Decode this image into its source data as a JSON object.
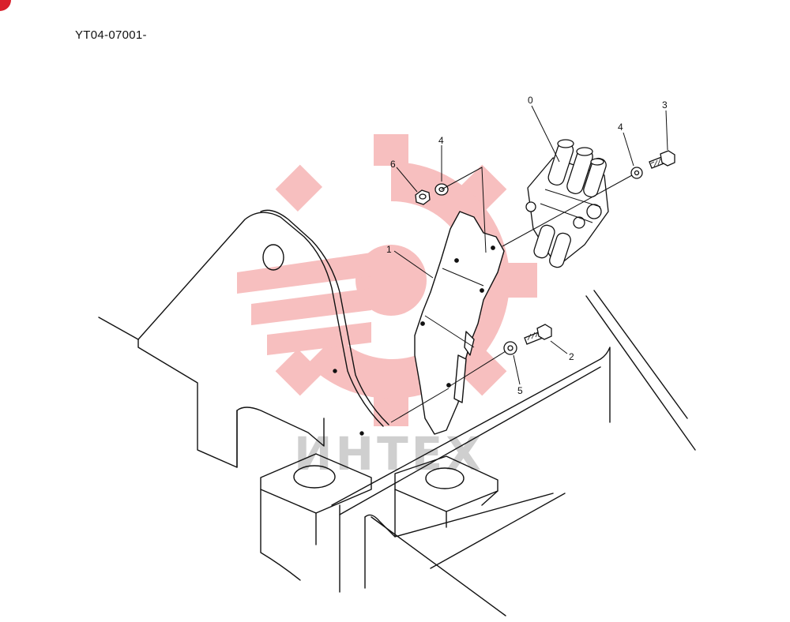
{
  "drawing": {
    "reference_code": "YT04-07001-",
    "callouts": [
      {
        "id": "c0",
        "label": "0"
      },
      {
        "id": "c1",
        "label": "1"
      },
      {
        "id": "c2",
        "label": "2"
      },
      {
        "id": "c3",
        "label": "3"
      },
      {
        "id": "c4a",
        "label": "4"
      },
      {
        "id": "c4b",
        "label": "4"
      },
      {
        "id": "c5",
        "label": "5"
      },
      {
        "id": "c6",
        "label": "6"
      }
    ]
  },
  "watermark": {
    "text": "ИНТЕХ",
    "color": "#f08a8a"
  },
  "colors": {
    "line": "#111111",
    "corner_mark": "#d9202c"
  }
}
